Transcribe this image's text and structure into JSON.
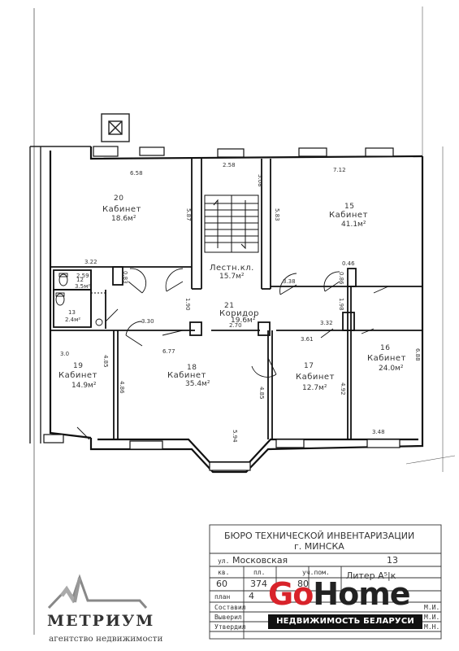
{
  "rooms": [
    {
      "num": "20",
      "name": "Кабинет",
      "area": "18.6м²"
    },
    {
      "num": "15",
      "name": "Кабинет",
      "area": "41.1м²"
    },
    {
      "num": "",
      "name": "Лестн.кл.",
      "area": "15.7м²"
    },
    {
      "num": "21",
      "name": "Коридор",
      "area": "19.6м²"
    },
    {
      "num": "19",
      "name": "Кабинет",
      "area": "14.9м²"
    },
    {
      "num": "18",
      "name": "Кабинет",
      "area": "35.4м²"
    },
    {
      "num": "17",
      "name": "Кабинет",
      "area": "12.7м²"
    },
    {
      "num": "16",
      "name": "Кабинет",
      "area": "24.0м²"
    },
    {
      "num": "12",
      "name": "",
      "area": "3.5м²"
    },
    {
      "num": "13",
      "name": "",
      "area": "2.4м²"
    }
  ],
  "dimensions": [
    "6.58",
    "2.58",
    "5.08",
    "7.12",
    "5.87",
    "5.83",
    "3.22",
    "2.59",
    "0.83",
    "0.46",
    "3.38",
    "0.86",
    "1.90",
    "3.30",
    "2.70",
    "1.98",
    "3.32",
    "3.61",
    "3.0",
    "6.77",
    "4.85",
    "4.86",
    "4.85",
    "4.92",
    "6.88",
    "5.94",
    "3.48"
  ],
  "stamp": {
    "header": "БЮРО ТЕХНИЧЕСКОЙ ИНВЕНТАРИЗАЦИИ",
    "header2": "г. МИНСКА",
    "street_label": "ул.",
    "street": "Московская",
    "house": "13",
    "row2_labels": [
      "кв.",
      "пл.",
      "уч.пом."
    ],
    "row2_values": [
      "60",
      "374",
      "80"
    ],
    "litera": "Литер А⁵|к",
    "floor_label": "план",
    "floor": "4",
    "composed_label": "Составил",
    "checked_label": "Выверил",
    "approved_label": "Утвердил",
    "names": [
      "М.И.",
      "М.И.",
      "М.Н."
    ]
  },
  "logos": {
    "metrium_name": "МЕТРИУМ",
    "metrium_sub": "агентство недвижимости",
    "gohome_go": "Go",
    "gohome_home": "Home",
    "gohome_band": "НЕДВИЖИМОСТЬ БЕЛАРУСИ"
  }
}
